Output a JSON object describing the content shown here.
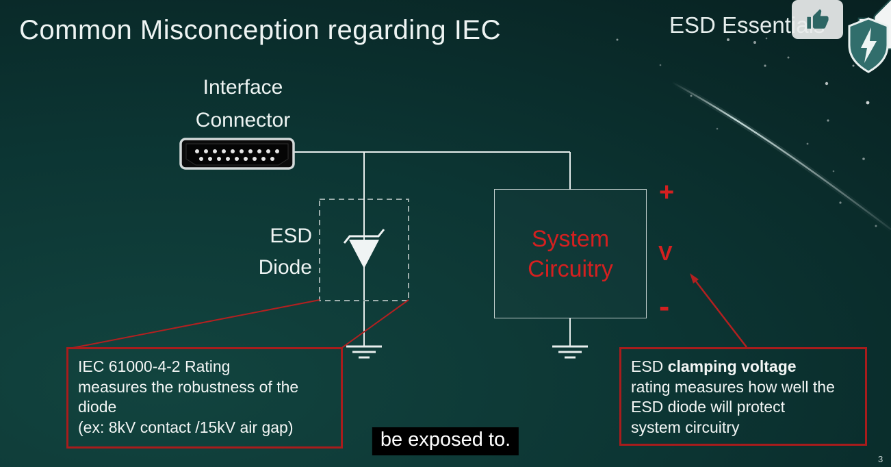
{
  "slide": {
    "title": "Common Misconception regarding IEC",
    "brand": "ESD Essentials",
    "page_number": "3",
    "caption": "be exposed to."
  },
  "diagram": {
    "connector_label": [
      "Interface",
      "Connector"
    ],
    "esd_label": [
      "ESD",
      "Diode"
    ],
    "system_label": [
      "System",
      "Circuitry"
    ],
    "terminals": {
      "plus": "+",
      "volt": "V",
      "minus": "-"
    }
  },
  "notes": {
    "left": {
      "lines": [
        "IEC 61000-4-2 Rating",
        "measures the robustness of the",
        "diode",
        "(ex: 8kV contact /15kV air gap)"
      ]
    },
    "right": {
      "line1_normal": "ESD ",
      "line1_bold": "clamping voltage",
      "lines": [
        "rating measures how well the",
        "ESD diode will protect",
        "system circuitry"
      ]
    }
  },
  "icons": {
    "thumbs_up": "thumbs-up-icon",
    "thumbs_down": "thumbs-down-icon",
    "shield": "shield-logo-icon"
  },
  "colors": {
    "accent_red": "#a81c1c",
    "wire_white": "#e9efee",
    "background_teal": "#0c3533",
    "system_text_red": "#d42020"
  }
}
